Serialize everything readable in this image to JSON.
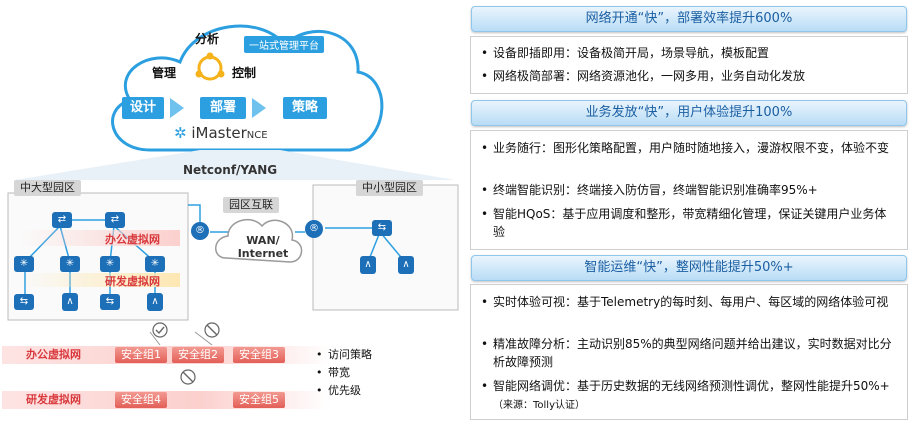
{
  "cloud": {
    "top_label": "分析",
    "left_label": "管理",
    "right_label": "控制",
    "platform_tag": "一站式管理平台",
    "steps": [
      "设计",
      "部署",
      "策略"
    ],
    "brand": "iMaster",
    "brand_suffix": "NCE"
  },
  "protocol_label": "Netconf/YANG",
  "campus": {
    "large_label": "中大型园区",
    "small_label": "中小型园区",
    "interconnect_label": "园区互联",
    "wan_label": "WAN/\nInternet",
    "office_vn": "办公虚拟网",
    "rd_vn": "研发虚拟网"
  },
  "security": {
    "office_vn": "办公虚拟网",
    "rd_vn": "研发虚拟网",
    "office_groups": [
      "安全组1",
      "安全组2",
      "安全组3"
    ],
    "rd_groups": [
      "安全组4",
      "安全组5"
    ],
    "policies": [
      "访问策略",
      "带宽",
      "优先级"
    ]
  },
  "sections": [
    {
      "title": "网络开通“快”，部署效率提升600%",
      "items": [
        "设备即插即用：设备极简开局，场景导航，模板配置",
        "网络极简部署：网络资源池化，一网多用，业务自动化发放"
      ]
    },
    {
      "title": "业务发放“快”，用户体验提升100%",
      "items": [
        "业务随行：图形化策略配置，用户随时随地接入，漫游权限不变，体验不变",
        "终端智能识别：终端接入防仿冒，终端智能识别准确率95%+",
        "智能HQoS：基于应用调度和整形，带宽精细化管理，保证关键用户业务体验"
      ]
    },
    {
      "title": "智能运维“快”，整网性能提升50%+",
      "items": [
        "实时体验可视：基于Telemetry的每时刻、每用户、每区域的网络体验可视",
        "精准故障分析：主动识别85%的典型网络问题并给出建议，实时数据对比分析故障预测",
        "智能网络调优：基于历史数据的无线网络预测性调优，整网性能提升50%+"
      ],
      "source_note": "（来源：Tolly认证）"
    }
  ],
  "colors": {
    "accent_blue": "#2c9fe0",
    "device_blue": "#1d6fb8",
    "vn_red": "#d9393d",
    "header_text": "#1b5fa3"
  }
}
